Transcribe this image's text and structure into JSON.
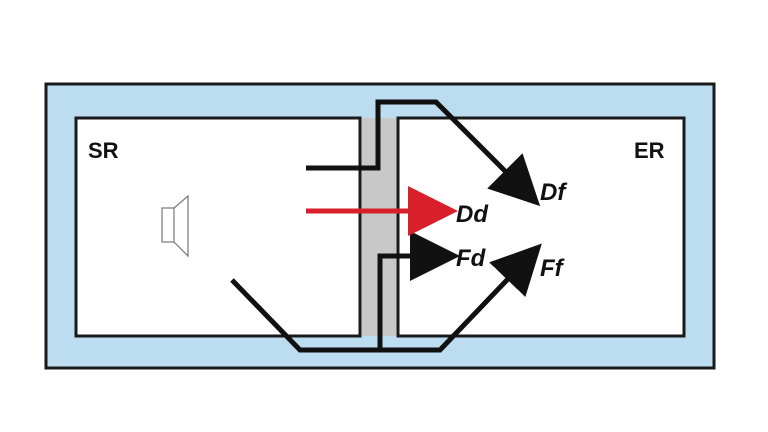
{
  "rooms": {
    "source_label": "SR",
    "receiving_label": "ER"
  },
  "paths": {
    "direct_direct": "Dd",
    "direct_flank": "Df",
    "flank_direct": "Fd",
    "flank_flank": "Ff"
  },
  "colors": {
    "slab": "#bcdcf0",
    "frame": "#1a1a1a",
    "partition": "#c8c8c8",
    "arrow": "#111111",
    "direct_arrow": "#d8202a"
  },
  "icons": {
    "source": "loudspeaker-icon"
  }
}
